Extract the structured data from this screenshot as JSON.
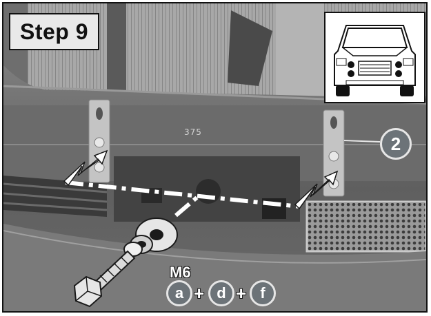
{
  "step": {
    "label": "Step 9"
  },
  "callout": {
    "number": "2"
  },
  "fastener": {
    "size": "M6",
    "parts": [
      "a",
      "d",
      "f"
    ],
    "joiner": "+"
  },
  "photo": {
    "bumper_marking": "375",
    "icons": [
      "car-front-icon",
      "bolt-icon",
      "washer-icon",
      "spring-washer-icon",
      "zigzag-arrow-icon"
    ]
  },
  "colors": {
    "callout_fill": "#6c7378",
    "callout_ring": "#e6e6e6",
    "frame": "#111111"
  }
}
